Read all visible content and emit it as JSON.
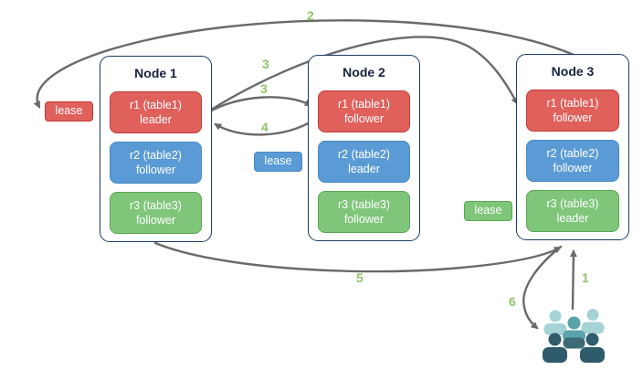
{
  "diagram_title": "replication-leaseholder-rebalancing-diagram",
  "nodes": [
    {
      "title": "Node 1",
      "replicas": [
        {
          "name": "r1 (table1)",
          "role": "leader",
          "color": "#e0605c"
        },
        {
          "name": "r2 (table2)",
          "role": "follower",
          "color": "#5b9bd5"
        },
        {
          "name": "r3 (table3)",
          "role": "follower",
          "color": "#7fc67a"
        }
      ]
    },
    {
      "title": "Node 2",
      "replicas": [
        {
          "name": "r1 (table1)",
          "role": "follower",
          "color": "#e0605c"
        },
        {
          "name": "r2 (table2)",
          "role": "leader",
          "color": "#5b9bd5"
        },
        {
          "name": "r3 (table3)",
          "role": "follower",
          "color": "#7fc67a"
        }
      ]
    },
    {
      "title": "Node 3",
      "replicas": [
        {
          "name": "r1 (table1)",
          "role": "follower",
          "color": "#e0605c"
        },
        {
          "name": "r2 (table2)",
          "role": "follower",
          "color": "#5b9bd5"
        },
        {
          "name": "r3 (table3)",
          "role": "leader",
          "color": "#7fc67a"
        }
      ]
    }
  ],
  "leases": {
    "red": "lease",
    "blue": "lease",
    "green": "lease"
  },
  "steps": {
    "s1": "1",
    "s2": "2",
    "s3a": "3",
    "s3b": "3",
    "s4": "4",
    "s5": "5",
    "s6": "6"
  },
  "icons": {
    "users": "users-group-icon"
  },
  "colors": {
    "arrow_gray": "#6a6a6a",
    "step_green": "#8fc36a",
    "replica_red": "#e0605c",
    "replica_red_border": "#c23a38",
    "replica_blue": "#5b9bd5",
    "replica_blue_border": "#4a8ac2",
    "replica_green": "#7fc67a",
    "replica_green_border": "#5aa653",
    "node_border_navy": "#1d3a66",
    "users_light_teal": "#a5d3d6",
    "users_mid_teal": "#5ba3ab",
    "users_dark_slate": "#2e5c6b"
  }
}
